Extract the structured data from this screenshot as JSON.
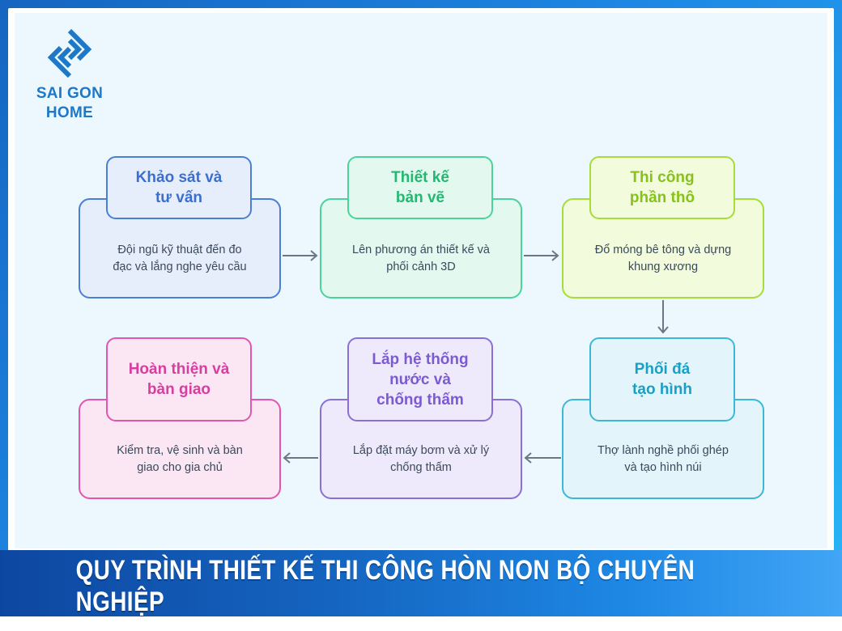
{
  "brand": {
    "line1": "SAI GON",
    "line2": "HOME",
    "color": "#1d78c8"
  },
  "steps": [
    {
      "title": "Khảo sát và\ntư vấn",
      "desc": "Đội ngũ kỹ thuật đến đo\nđạc và lắng nghe yêu cầu",
      "color": "#4a7fd6",
      "fill": "#e6eefb",
      "text_color": "#3a6fd0"
    },
    {
      "title": "Thiết kế\nbản vẽ",
      "desc": "Lên phương án thiết kế và\nphối cảnh 3D",
      "color": "#4bd39a",
      "fill": "#e3f8ee",
      "text_color": "#22b872"
    },
    {
      "title": "Thi công\nphần thô",
      "desc": "Đổ móng bê tông và dựng\nkhung xương",
      "color": "#a7dc3c",
      "fill": "#f2fbdc",
      "text_color": "#86c21a"
    },
    {
      "title": "Phối đá\ntạo hình",
      "desc": "Thợ lành nghề phối ghép\nvà tạo hình núi",
      "color": "#3cb8d6",
      "fill": "#e3f5fa",
      "text_color": "#1aa0c4"
    },
    {
      "title": "Lắp hệ thống\nnước và\nchống thấm",
      "desc": "Lắp đặt máy bơm và xử lý\nchống thấm",
      "color": "#8a6fd6",
      "fill": "#efeafb",
      "text_color": "#7b5ad2"
    },
    {
      "title": "Hoàn thiện và\nbàn giao",
      "desc": "Kiểm tra, vệ sinh và bàn\ngiao cho gia chủ",
      "color": "#e056b0",
      "fill": "#fbe6f3",
      "text_color": "#d63fa0"
    }
  ],
  "banner": {
    "title": "QUY TRÌNH THIẾT KẾ THI CÔNG HÒN NON BỘ CHUYÊN NGHIỆP"
  }
}
